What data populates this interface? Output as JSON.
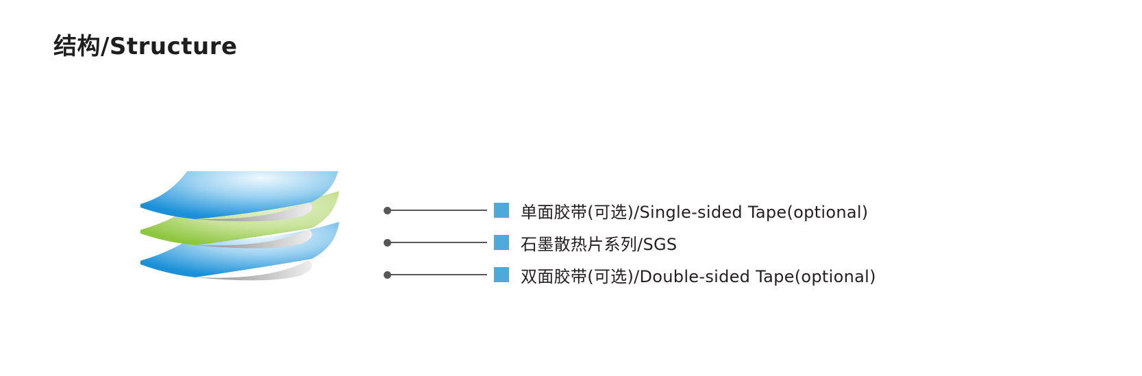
{
  "title": "结构/Structure",
  "diagram": {
    "type": "layered-structure",
    "layers": [
      {
        "label": "单面胶带(可选)/Single-sided Tape(optional)",
        "position": "top",
        "color": "#3fa0dc",
        "swatch_color": "#4fa9da"
      },
      {
        "label": "石墨散热片系列/SGS",
        "position": "middle",
        "color": "#9ccd3c",
        "swatch_color": "#4fa9da"
      },
      {
        "label": "双面胶带(可选)/Double-sided Tape(optional)",
        "position": "bottom",
        "color": "#3fa0dc",
        "swatch_color": "#4fa9da"
      }
    ],
    "connector_color": "#555759"
  }
}
